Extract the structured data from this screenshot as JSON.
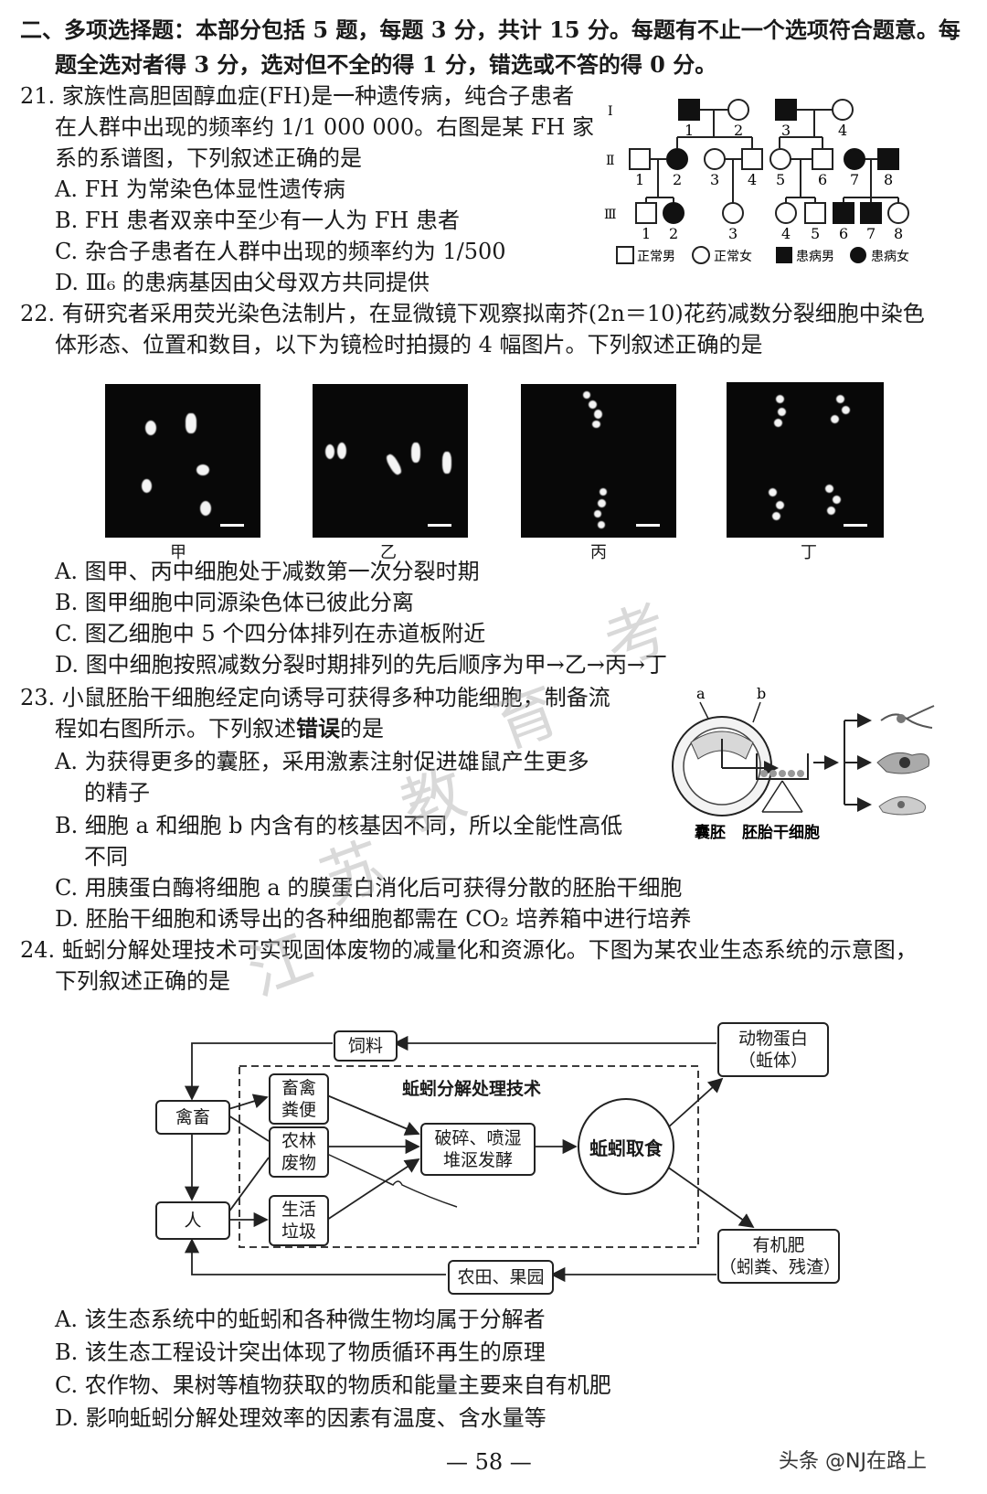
{
  "section_header": {
    "line1": "二、多项选择题：本部分包括 5 题，每题 3 分，共计 15 分。每题有不止一个选项符合题意。每",
    "line2": "题全选对者得 3 分，选对但不全的得 1 分，错选或不答的得 0 分。"
  },
  "q21": {
    "line1": "21. 家族性高胆固醇血症(FH)是一种遗传病，纯合子患者",
    "line2": "在人群中出现的频率约 1/1 000 000。右图是某 FH 家",
    "line3": "系的系谱图，下列叙述正确的是",
    "options": [
      "A. FH 为常染色体显性遗传病",
      "B. FH 患者双亲中至少有一人为 FH 患者",
      "C. 杂合子患者在人群中出现的频率约为 1/500",
      "D. Ⅲ₆ 的患病基因由父母双方共同提供"
    ],
    "pedigree": {
      "generations": [
        "Ⅰ",
        "Ⅱ",
        "Ⅲ"
      ],
      "gen1_numbers": [
        "1",
        "2",
        "3",
        "4"
      ],
      "gen2_numbers": [
        "1",
        "2",
        "3",
        "4",
        "5",
        "6",
        "7",
        "8"
      ],
      "gen3_numbers": [
        "1",
        "2",
        "3",
        "4",
        "5",
        "6",
        "7",
        "8"
      ],
      "legend": [
        "正常男",
        "正常女",
        "患病男",
        "患病女"
      ]
    }
  },
  "q22": {
    "line1": "22. 有研究者采用荧光染色法制片，在显微镜下观察拟南芥(2n＝10)花药减数分裂细胞中染色",
    "line2": "体形态、位置和数目，以下为镜检时拍摄的 4 幅图片。下列叙述正确的是",
    "image_labels": [
      "甲",
      "乙",
      "丙",
      "丁"
    ],
    "options": [
      "A. 图甲、丙中细胞处于减数第一次分裂时期",
      "B. 图甲细胞中同源染色体已彼此分离",
      "C. 图乙细胞中 5 个四分体排列在赤道板附近",
      "D. 图中细胞按照减数分裂时期排列的先后顺序为甲→乙→丙→丁"
    ]
  },
  "q23": {
    "line1": "23. 小鼠胚胎干细胞经定向诱导可获得多种功能细胞，制备流",
    "line2_a": "程如右图所示。下列叙述",
    "line2_b": "错误",
    "line2_c": "的是",
    "options": [
      "A. 为获得更多的囊胚，采用激素注射促进雄鼠产生更多",
      "的精子",
      "B. 细胞 a 和细胞 b 内含有的核基因不同，所以全能性高低",
      "不同",
      "C. 用胰蛋白酶将细胞 a 的膜蛋白消化后可获得分散的胚胎干细胞",
      "D. 胚胎干细胞和诱导出的各种细胞都需在 CO₂ 培养箱中进行培养"
    ],
    "figure": {
      "label_a": "a",
      "label_b": "b",
      "blastocyst": "囊胚",
      "esc": "胚胎干细胞"
    }
  },
  "q24": {
    "line1": "24. 蚯蚓分解处理技术可实现固体废物的减量化和资源化。下图为某农业生态系统的示意图，",
    "line2": "下列叙述正确的是",
    "diagram": {
      "feed": "饲料",
      "animal_protein_1": "动物蛋白",
      "animal_protein_2": "（蚯体）",
      "tech_title": "蚯蚓分解处理技术",
      "livestock": "禽畜",
      "manure_1": "畜禽",
      "manure_2": "粪便",
      "ag_waste_1": "农林",
      "ag_waste_2": "废物",
      "garbage_1": "生活",
      "garbage_2": "垃圾",
      "human": "人",
      "process_1": "破碎、喷湿",
      "process_2": "堆沤发酵",
      "earthworm": "蚯蚓取食",
      "fertilizer_1": "有机肥",
      "fertilizer_2": "（蚓粪、残渣）",
      "farmland": "农田、果园"
    },
    "options": [
      "A. 该生态系统中的蚯蚓和各种微生物均属于分解者",
      "B. 该生态工程设计突出体现了物质循环再生的原理",
      "C. 农作物、果树等植物获取的物质和能量主要来自有机肥",
      "D. 影响蚯蚓分解处理效率的因素有温度、含水量等"
    ]
  },
  "footer": {
    "page_number": "— 58 —",
    "credit": "头条 @NJ在路上"
  },
  "watermark_chars": [
    "考",
    "教",
    "育",
    "苏",
    "江"
  ]
}
